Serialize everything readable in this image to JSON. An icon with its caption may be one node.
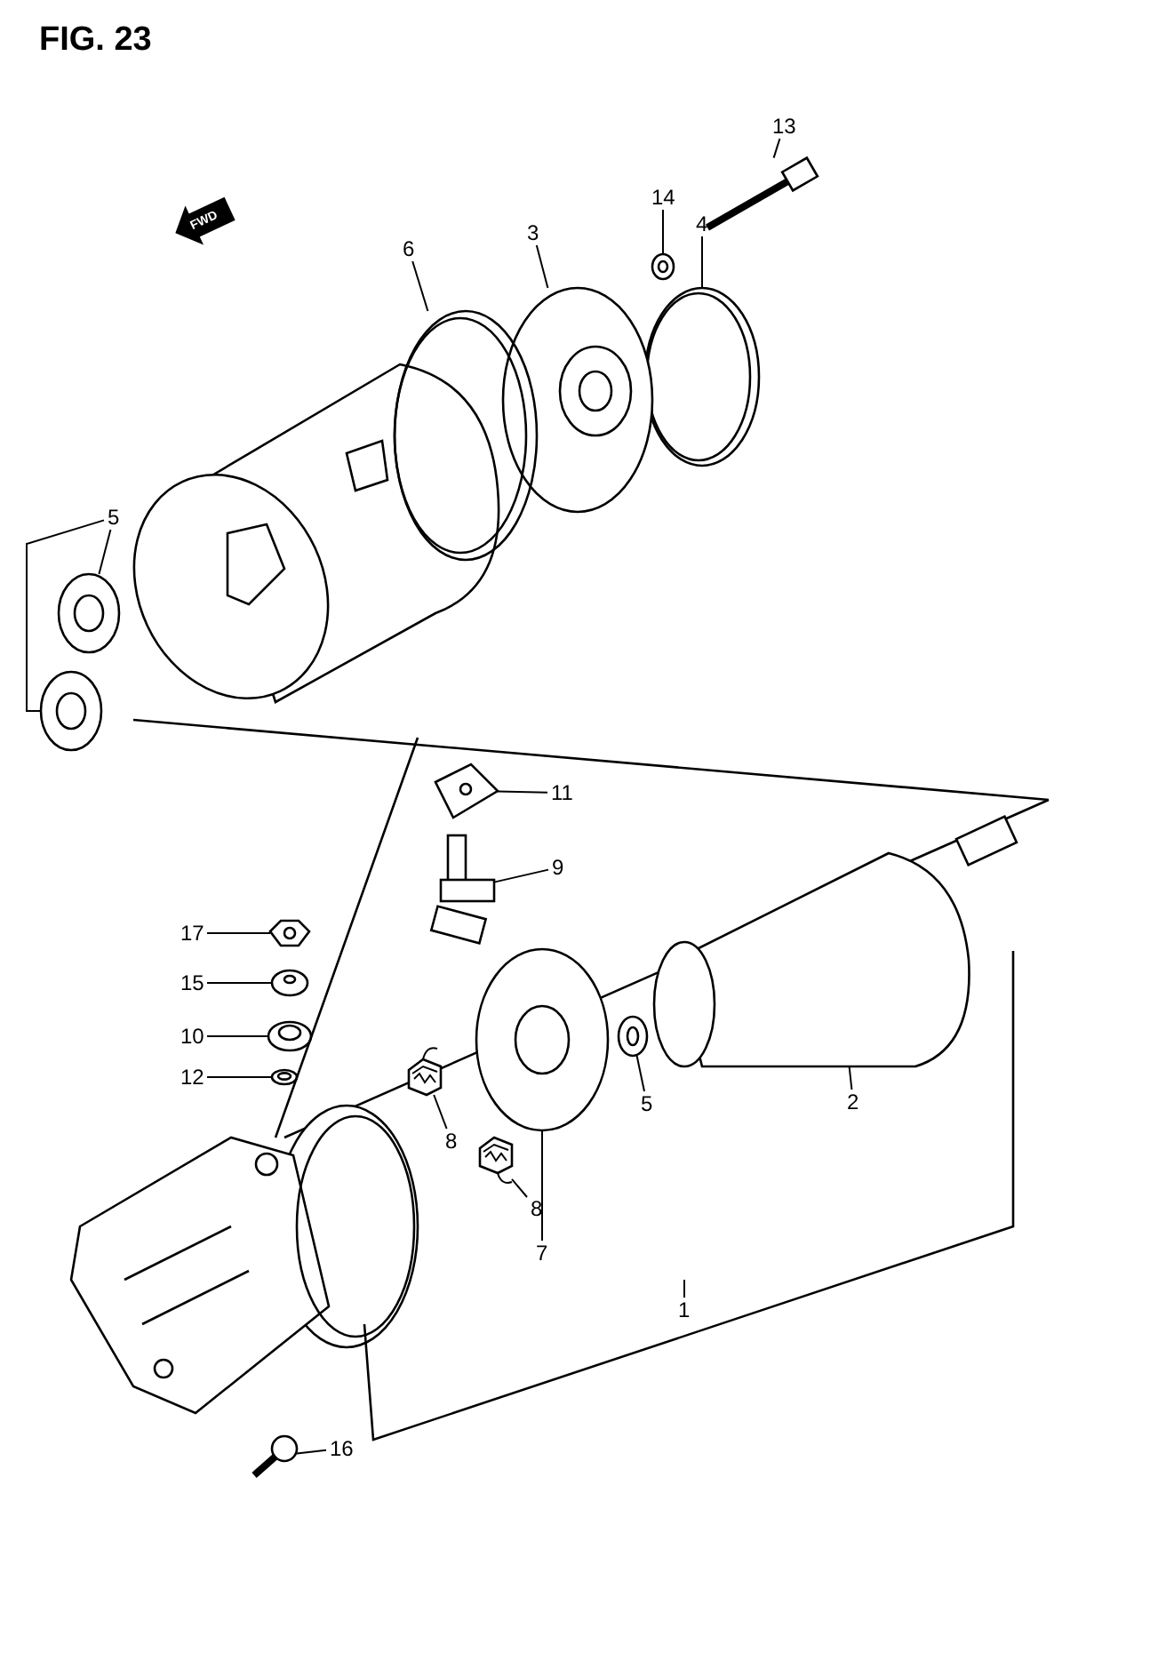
{
  "diagram": {
    "title": "FIG. 23",
    "nodes": [
      {
        "text": [
          "13"
        ]
      },
      {
        "text": [
          "14"
        ]
      },
      {
        "text": [
          "4"
        ]
      },
      {
        "text": [
          "3"
        ]
      },
      {
        "text": [
          "6"
        ]
      },
      {
        "text": [
          "5"
        ]
      },
      {
        "text": [
          "11"
        ]
      },
      {
        "text": [
          "9"
        ]
      },
      {
        "text": [
          "17"
        ]
      },
      {
        "text": [
          "15"
        ]
      },
      {
        "text": [
          "10"
        ]
      },
      {
        "text": [
          "12"
        ]
      },
      {
        "text": [
          "8"
        ]
      },
      {
        "text": [
          "5"
        ]
      },
      {
        "text": [
          "2"
        ]
      },
      {
        "text": [
          "8"
        ]
      },
      {
        "text": [
          "7"
        ]
      },
      {
        "text": [
          "1"
        ]
      },
      {
        "text": [
          "16"
        ]
      },
      {
        "text": [],
        "shape": "picture"
      },
      {
        "text": [],
        "shape": "picture"
      },
      {
        "text": [],
        "shape": "picture"
      },
      {
        "text": [],
        "shape": "picture"
      },
      {
        "text": [],
        "shape": "picture"
      },
      {
        "text": [],
        "shape": "picture"
      },
      {
        "text": [],
        "shape": "picture"
      },
      {
        "text": [],
        "shape": "picture"
      },
      {
        "text": [],
        "shape": "picture"
      },
      {
        "text": [],
        "shape": "picture"
      },
      {
        "text": [],
        "shape": "picture"
      },
      {
        "text": [],
        "shape": "picture"
      },
      {
        "text": [],
        "shape": "picture"
      },
      {
        "text": [],
        "shape": "picture"
      },
      {
        "text": [],
        "shape": "picture"
      },
      {
        "text": [],
        "shape": "picture"
      },
      {
        "text": [],
        "shape": "picture"
      },
      {
        "text": [],
        "shape": "picture"
      },
      {
        "text": [],
        "shape": "picture"
      }
    ],
    "edges": [
      {
        "from": 0,
        "to": 19,
        "arrow": "none"
      },
      {
        "from": 1,
        "to": 20,
        "arrow": "none"
      },
      {
        "from": 2,
        "to": 21,
        "arrow": "none"
      },
      {
        "from": 3,
        "to": 22,
        "arrow": "none"
      },
      {
        "from": 4,
        "to": 23,
        "arrow": "none"
      },
      {
        "from": 5,
        "to": 24,
        "arrow": "none"
      },
      {
        "from": 5,
        "to": 25,
        "arrow": "none"
      },
      {
        "from": 6,
        "to": 26,
        "arrow": "none"
      },
      {
        "from": 7,
        "to": 27,
        "arrow": "none"
      },
      {
        "from": 8,
        "to": 28,
        "arrow": "none"
      },
      {
        "from": 9,
        "to": 29,
        "arrow": "none"
      },
      {
        "from": 10,
        "to": 30,
        "arrow": "none"
      },
      {
        "from": 11,
        "to": 31,
        "arrow": "none"
      },
      {
        "from": 12,
        "to": 32,
        "arrow": "none"
      },
      {
        "from": 13,
        "to": 33,
        "arrow": "none"
      },
      {
        "from": 14,
        "to": 34,
        "arrow": "none"
      },
      {
        "from": 15,
        "to": 35,
        "arrow": "none"
      },
      {
        "from": 16,
        "to": 36,
        "arrow": "none"
      },
      {
        "from": 17,
        "to": null,
        "arrow": "none"
      },
      {
        "from": 18,
        "to": 37,
        "arrow": "none"
      }
    ],
    "labels": [
      "FWD"
    ]
  }
}
